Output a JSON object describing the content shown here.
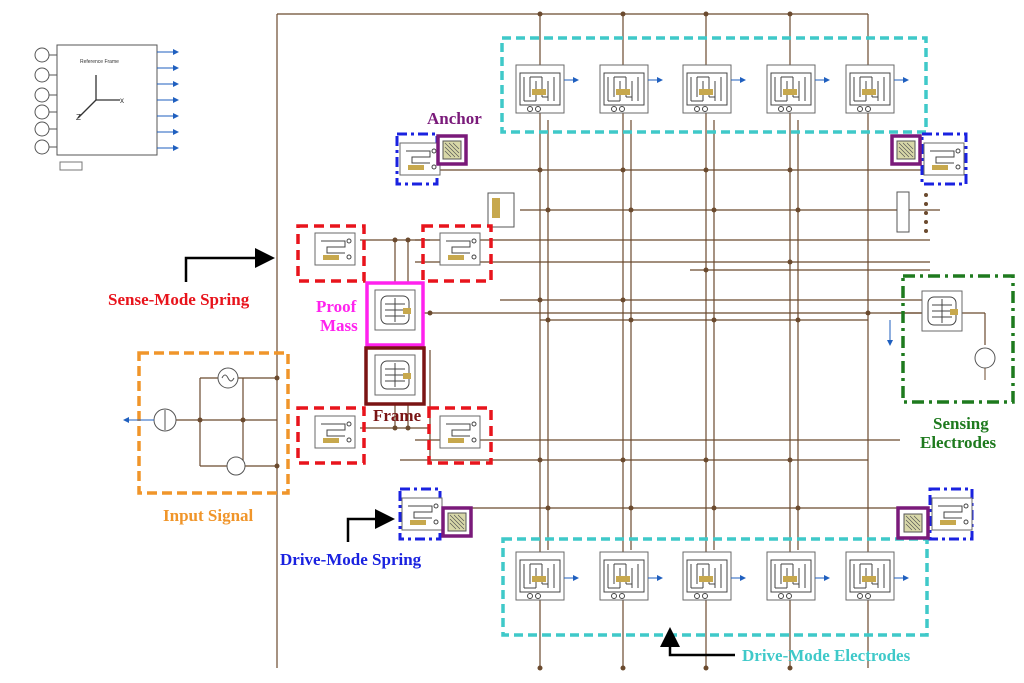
{
  "labels": {
    "anchor": "Anchor",
    "sense_spring": "Sense-Mode Spring",
    "proof_mass_1": "Proof",
    "proof_mass_2": "Mass",
    "frame": "Frame",
    "input_signal": "Input Signal",
    "drive_spring": "Drive-Mode Spring",
    "drive_electrodes": "Drive-Mode Electrodes",
    "sensing_1": "Sensing",
    "sensing_2": "Electrodes"
  },
  "colors": {
    "wire": "#6b4a2e",
    "sense_spring": "#e8141c",
    "proof_mass": "#ff22ee",
    "frame": "#7a1414",
    "input_signal": "#f0952a",
    "drive_spring": "#1a22e0",
    "drive_electrodes": "#3fc9c9",
    "sensing": "#1e7a1e",
    "anchor": "#7a1a7a",
    "arrow": "#000000"
  },
  "reference_frame": {
    "title": "Reference Frame",
    "axis_x": "x",
    "axis_z": "Z"
  }
}
